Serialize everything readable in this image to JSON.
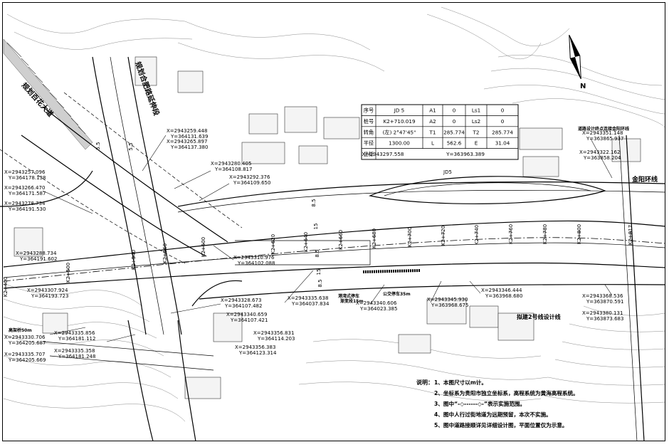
{
  "road_labels": {
    "planned_road_right": "规划合肥路延伸段",
    "planned_road_left": "规划百花大道",
    "jinyang_ring": "金阳环线",
    "line2": "拟建2号线设计线",
    "turn_lane": "道路设计终点连接金阳环线"
  },
  "curve_table": {
    "rows": [
      [
        "序号",
        "JD 5",
        "A1",
        "0",
        "Ls1",
        "0"
      ],
      [
        "桩号",
        "K2+710.019",
        "A2",
        "0",
        "Ls2",
        "0"
      ],
      [
        "转角",
        "(左) 2°47'45\"",
        "T1",
        "285.774",
        "T2",
        "285.774"
      ],
      [
        "半径",
        "1300.00",
        "L",
        "562.6",
        "E",
        "31.04"
      ],
      [
        "坐标",
        "X=2943297.558",
        "",
        "Y=363963.389",
        "",
        ""
      ]
    ]
  },
  "jd_label": "JD5",
  "north_label": "N",
  "coordinates": [
    {
      "id": "c1",
      "x": "X=2943259.448",
      "y": "Y=364131.639"
    },
    {
      "id": "c2",
      "x": "X=2943265.897",
      "y": "Y=364137.380"
    },
    {
      "id": "c3",
      "x": "X=2943280.405",
      "y": "Y=364108.817"
    },
    {
      "id": "c4",
      "x": "X=2943292.376",
      "y": "Y=364109.650"
    },
    {
      "id": "c5",
      "x": "X=2943257.096",
      "y": "Y=364178.138"
    },
    {
      "id": "c6",
      "x": "X=2943266.470",
      "y": "Y=364171.587"
    },
    {
      "id": "c7",
      "x": "X=2943278.734",
      "y": "Y=364191.530"
    },
    {
      "id": "c8",
      "x": "X=2943288.734",
      "y": "Y=364191.602"
    },
    {
      "id": "c9",
      "x": "X=2943310.976",
      "y": "Y=364102.088"
    },
    {
      "id": "c10",
      "x": "X=2943307.924",
      "y": "Y=364193.723"
    },
    {
      "id": "c11",
      "x": "X=2943328.673",
      "y": "Y=364107.482"
    },
    {
      "id": "c12",
      "x": "X=2943335.638",
      "y": "Y=364037.834"
    },
    {
      "id": "c13",
      "x": "X=2943340.659",
      "y": "Y=364107.421"
    },
    {
      "id": "c14",
      "x": "X=2943356.831",
      "y": "Y=364114.203"
    },
    {
      "id": "c15",
      "x": "X=2943356.383",
      "y": "Y=364123.314"
    },
    {
      "id": "c16",
      "x": "X=2943340.606",
      "y": "Y=364023.385"
    },
    {
      "id": "c17",
      "x": "X=2943345.930",
      "y": "Y=363968.675"
    },
    {
      "id": "c18",
      "x": "X=2943346.444",
      "y": "Y=363968.680"
    },
    {
      "id": "c19",
      "x": "X=2943351.148",
      "y": "Y=363865.937"
    },
    {
      "id": "c20",
      "x": "X=2943322.162",
      "y": "Y=363858.204"
    },
    {
      "id": "c21",
      "x": "X=2943368.536",
      "y": "Y=363870.591"
    },
    {
      "id": "c22",
      "x": "X=2943380.131",
      "y": "Y=363873.683"
    },
    {
      "id": "c23",
      "x": "X=2943330.706",
      "y": "Y=364205.687"
    },
    {
      "id": "c24",
      "x": "X=2943335.856",
      "y": "Y=364181.112"
    },
    {
      "id": "c25",
      "x": "X=2943335.707",
      "y": "Y=364205.669"
    },
    {
      "id": "c26",
      "x": "X=2943335.358",
      "y": "Y=364181.248"
    }
  ],
  "stations": [
    "K2+400",
    "K2+500",
    "K2+540",
    "K2+560",
    "K2+600",
    "K2+620",
    "K2+640",
    "K2+660",
    "K2+680",
    "K2+700",
    "K2+720",
    "K2+740",
    "K2+760",
    "K2+780",
    "K2+800",
    "K2+817"
  ],
  "dims": [
    "8.5",
    "15",
    "8.5",
    "15",
    "8.5",
    "5.5",
    "5.5"
  ],
  "small_notes": {
    "bus_stop": "港湾式停车",
    "length": "公交停车35m",
    "trans": "渐变段15m",
    "entrance": "高架桥50m"
  },
  "notes": {
    "title": "说明：",
    "lines": [
      "1、本图尺寸以m计。",
      "2、坐标系为贵阳市独立坐标系，高程系统为黄海高程系统。",
      "3、图中“-◇------◇-”表示实施范围。",
      "4、图中人行过街地道为远期预留，本次不实施。",
      "5、图中道路接顺详见详细设计图，平面位置仅为示意。"
    ]
  }
}
